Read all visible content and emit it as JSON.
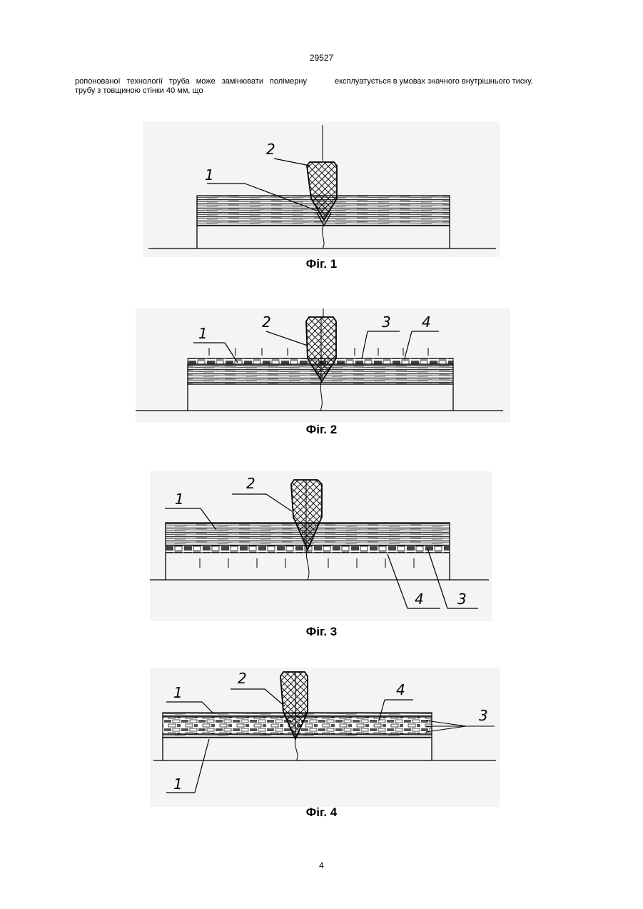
{
  "header": {
    "patent_number": "29527"
  },
  "body_text": {
    "left_column": "ропонованої технології труба може замінювати полімерну трубу з товщиною стінки 40 мм, що",
    "right_column": "експлуатується в умовах значного внутрішнього тиску."
  },
  "figures": [
    {
      "caption": "Фіг. 1",
      "labels": [
        "2",
        "1"
      ]
    },
    {
      "caption": "Фіг. 2",
      "labels": [
        "1",
        "2",
        "3",
        "4"
      ]
    },
    {
      "caption": "Фіг. 3",
      "labels": [
        "2",
        "1",
        "4",
        "3"
      ]
    },
    {
      "caption": "Фіг. 4",
      "labels": [
        "2",
        "1",
        "4",
        "3",
        "1"
      ]
    }
  ],
  "footer": {
    "page_number": "4"
  }
}
